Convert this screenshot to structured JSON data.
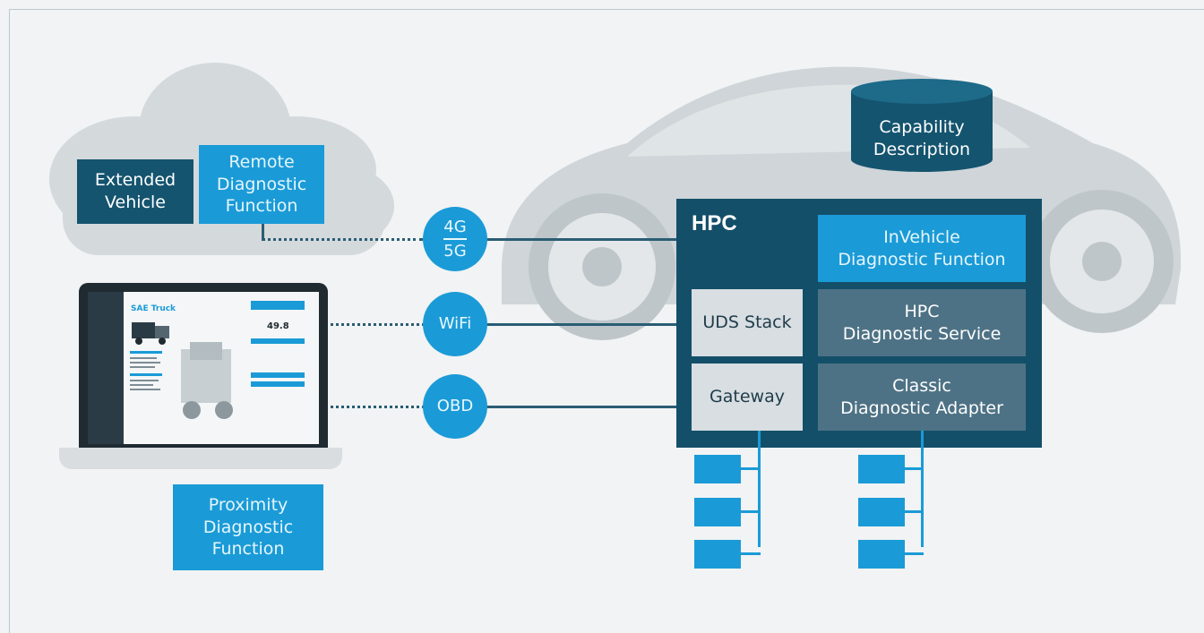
{
  "cloud": {
    "extended_vehicle": "Extended\nVehicle",
    "remote_diag": "Remote\nDiagnostic\nFunction"
  },
  "connections": {
    "c4g": "4G",
    "c5g": "5G",
    "wifi": "WiFi",
    "obd": "OBD"
  },
  "capability": "Capability\nDescription",
  "hpc": {
    "title": "HPC",
    "invehicle": "InVehicle\nDiagnostic Function",
    "uds": "UDS Stack",
    "service": "HPC\nDiagnostic Service",
    "gateway": "Gateway",
    "classic": "Classic\nDiagnostic Adapter"
  },
  "proximity": "Proximity\nDiagnostic\nFunction",
  "laptop_app": {
    "title": "SAE Truck",
    "readout": "49.8"
  },
  "colors": {
    "dark_blue": "#14546f",
    "light_blue": "#1a9bd7",
    "slate": "#4e7285",
    "grey": "#d8dee2"
  }
}
